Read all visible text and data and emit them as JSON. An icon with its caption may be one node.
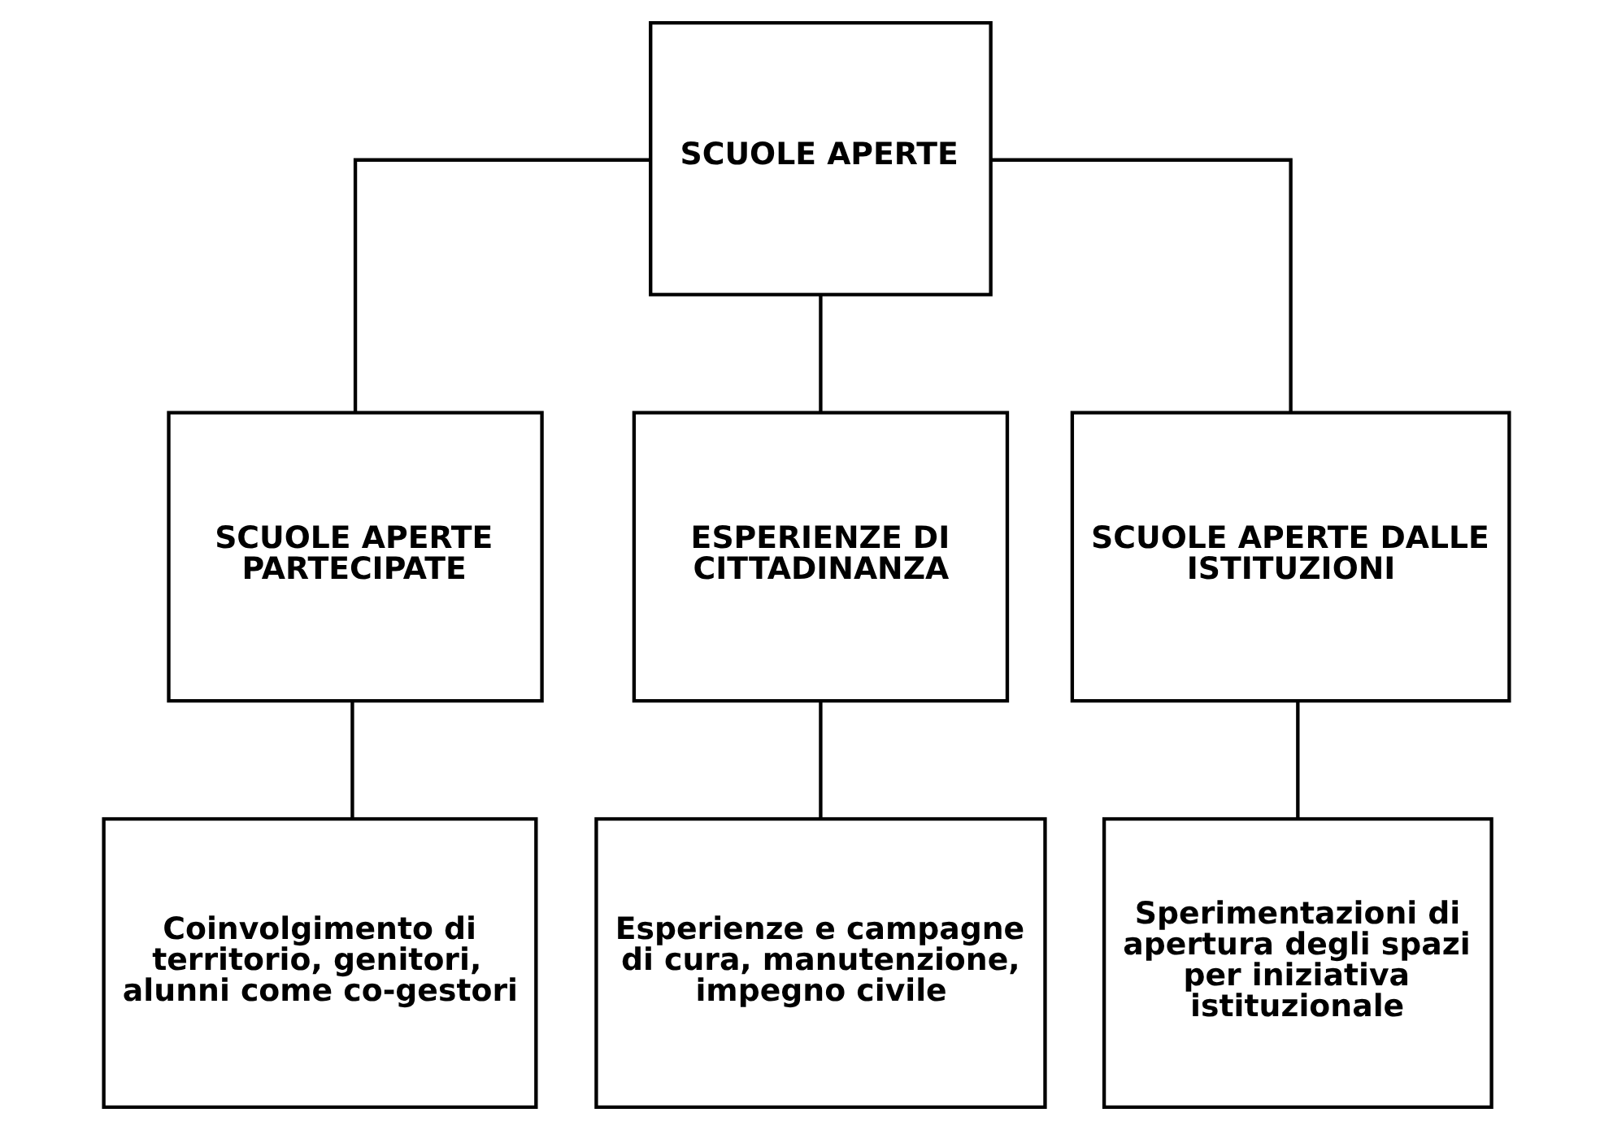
{
  "diagram": {
    "nodes": [
      {
        "text": [
          "SCUOLE APERTE"
        ]
      },
      {
        "text": [
          "SCUOLE APERTE PARTECIPATE"
        ]
      },
      {
        "text": [
          "ESPERIENZE DI CITTADINANZA"
        ]
      },
      {
        "text": [
          "SCUOLE APERTE DALLE ISTITUZIONI"
        ]
      },
      {
        "text": [
          "Coinvolgimento di territorio, genitori, alunni come co-gestori"
        ]
      },
      {
        "text": [
          "Esperienze e campagne di cura, manutenzione, impegno civile"
        ]
      },
      {
        "text": [
          "Sperimentazioni di apertura degli spazi per iniziativa istituzionale"
        ]
      }
    ],
    "edges": [
      {
        "from": 0,
        "to": 1,
        "arrow": "none"
      },
      {
        "from": 0,
        "to": 2,
        "arrow": "none"
      },
      {
        "from": 0,
        "to": 3,
        "arrow": "none"
      },
      {
        "from": 1,
        "to": 4,
        "arrow": "none"
      },
      {
        "from": 2,
        "to": 5,
        "arrow": "none"
      },
      {
        "from": 3,
        "to": 6,
        "arrow": "none"
      }
    ]
  }
}
